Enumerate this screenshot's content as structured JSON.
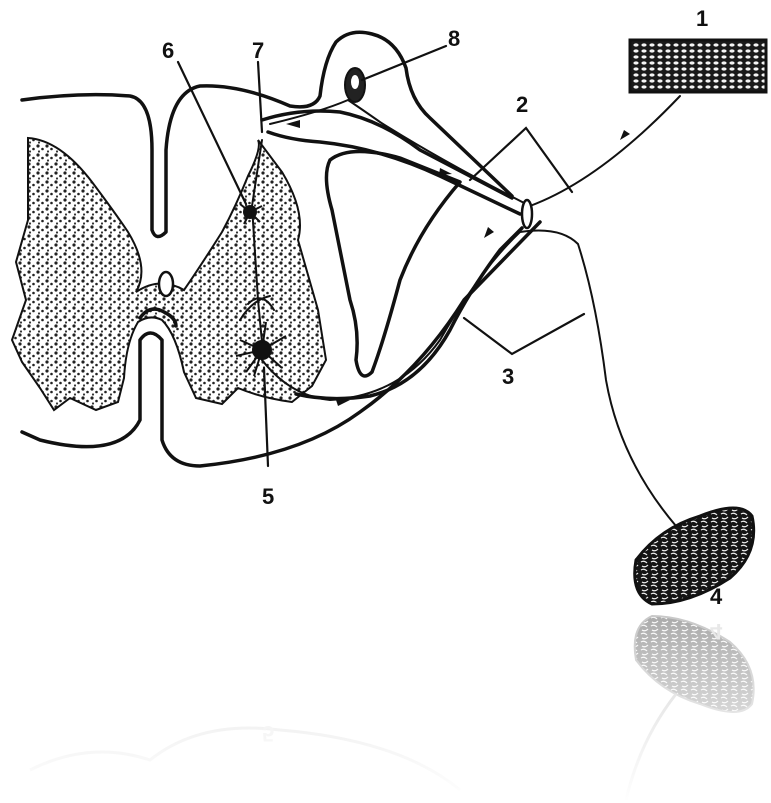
{
  "labels": {
    "l1": "1",
    "l2": "2",
    "l3": "3",
    "l4": "4",
    "l5": "5",
    "l6": "6",
    "l7": "7",
    "l8": "8"
  },
  "reflection": {
    "l4": "4",
    "l5": "5"
  },
  "colors": {
    "ink": "#111111",
    "paper": "#ffffff",
    "reflection": "#bbbbbb"
  }
}
